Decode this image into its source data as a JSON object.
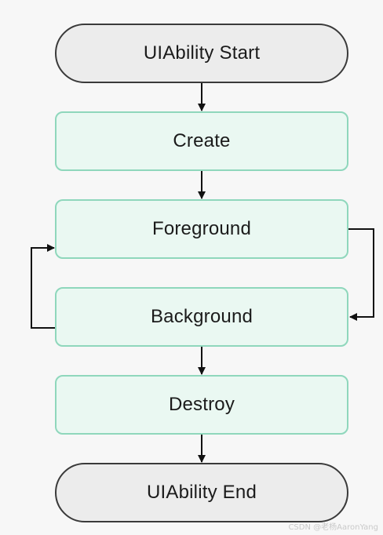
{
  "nodes": {
    "start": "UIAbility Start",
    "create": "Create",
    "foreground": "Foreground",
    "background": "Background",
    "destroy": "Destroy",
    "end": "UIAbility End"
  },
  "watermark": "CSDN @老杨AaronYang",
  "colors": {
    "terminal_fill": "#ececec",
    "terminal_border": "#3a3a3a",
    "state_fill": "#eaf8f2",
    "state_border": "#8fd7bc",
    "arrow": "#111111"
  }
}
